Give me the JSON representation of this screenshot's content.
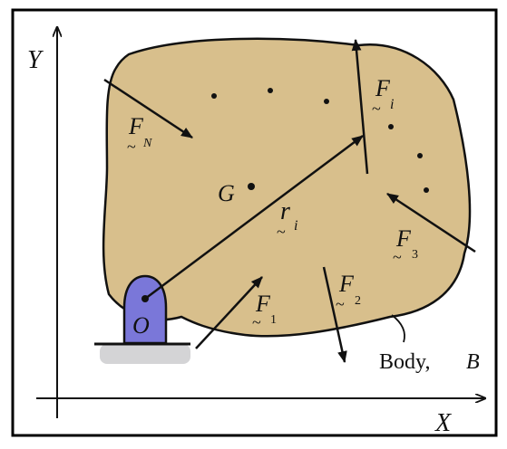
{
  "axes": {
    "x_label": "X",
    "y_label": "Y"
  },
  "points": {
    "origin_label": "O",
    "centroid_label": "G"
  },
  "vectors": {
    "position": {
      "symbol": "r",
      "subscript": "i"
    },
    "forces": [
      {
        "id": "F1",
        "symbol": "F",
        "subscript": "1"
      },
      {
        "id": "F2",
        "symbol": "F",
        "subscript": "2"
      },
      {
        "id": "F3",
        "symbol": "F",
        "subscript": "3"
      },
      {
        "id": "Fi",
        "symbol": "F",
        "subscript": "i"
      },
      {
        "id": "FN",
        "symbol": "F",
        "subscript": "N"
      }
    ]
  },
  "body": {
    "label_prefix": "Body,",
    "label_symbol": "B",
    "fill_color": "#d8bf8c"
  },
  "support": {
    "fill_color": "#7a77d9"
  },
  "frame_color": "#000000"
}
